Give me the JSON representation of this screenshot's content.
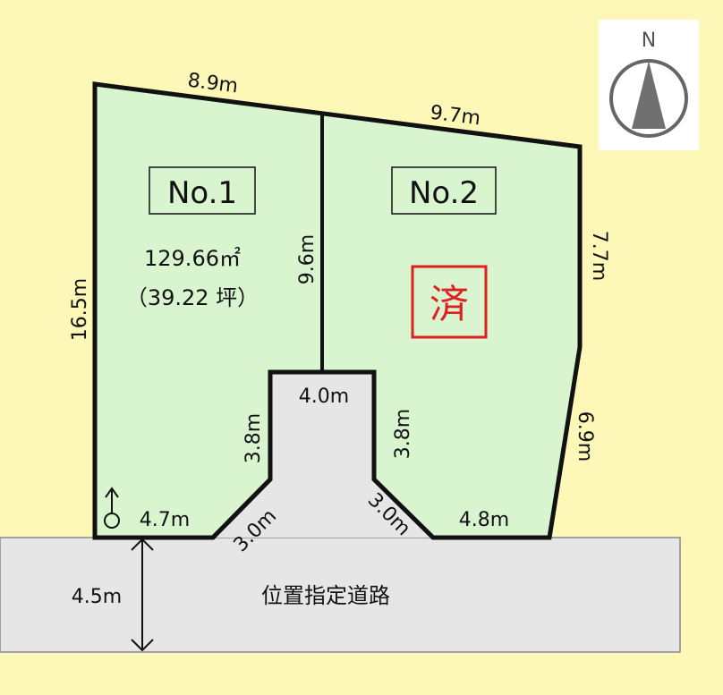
{
  "lots": [
    {
      "label": "No.1",
      "area_m2": "129.66㎡",
      "area_tsubo": "（39.22 坪）"
    },
    {
      "label": "No.2",
      "status": "済"
    }
  ],
  "dimensions": {
    "top_left": "8.9m",
    "top_right": "9.7m",
    "left": "16.5m",
    "divider": "9.6m",
    "right_upper": "7.7m",
    "right_lower": "6.9m",
    "notch_top": "4.0m",
    "notch_left": "3.8m",
    "notch_right": "3.8m",
    "diag_left": "3.0m",
    "diag_right": "3.0m",
    "bottom_left": "4.7m",
    "bottom_right": "4.8m",
    "road_width": "4.5m"
  },
  "road_label": "位置指定道路",
  "north_label": "N",
  "colors": {
    "background": "#fdf8b8",
    "lot_fill": "#d8f5d0",
    "road_fill": "#e6e6e6",
    "sold_mark": "#e02020"
  }
}
